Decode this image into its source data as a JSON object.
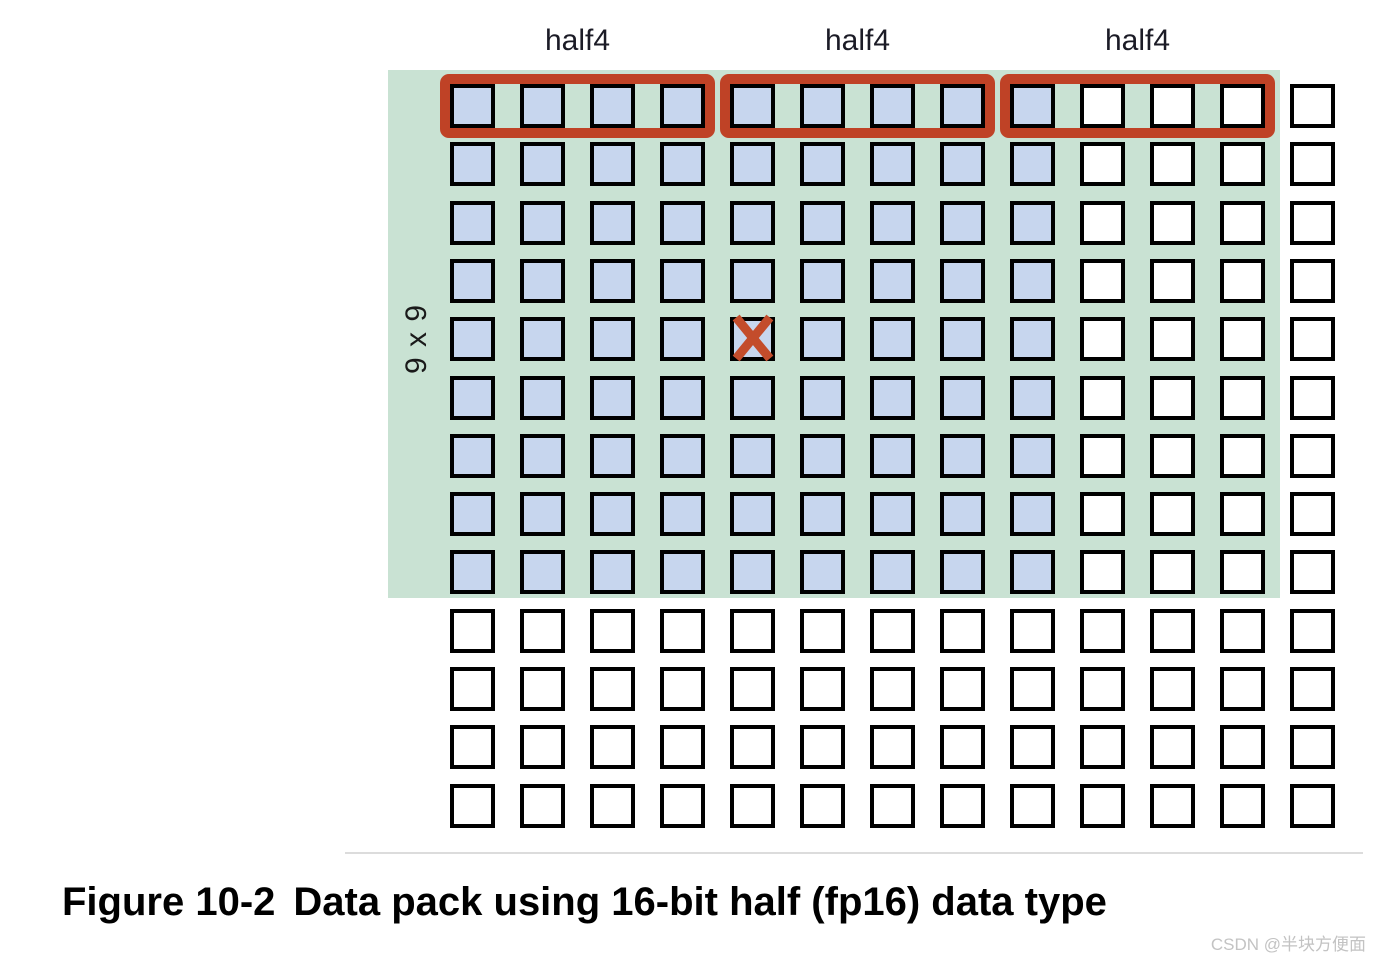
{
  "figure": {
    "group_labels": [
      "half4",
      "half4",
      "half4"
    ],
    "matrix_label": "9 x 9",
    "grid": {
      "rows": 13,
      "cols": 13,
      "filled_rows": 9,
      "filled_cols": 9,
      "marked_cell": {
        "row": 4,
        "col": 4
      },
      "groups_in_first_row": [
        [
          0,
          3
        ],
        [
          4,
          7
        ],
        [
          8,
          11
        ]
      ]
    },
    "colors": {
      "region_bg": "#c9e2d3",
      "filled_cell": "#c7d6ee",
      "empty_cell": "#ffffff",
      "cell_border": "#000000",
      "group_outline": "#bf4226",
      "mark": "#c34c2b"
    }
  },
  "caption": {
    "label": "Figure 10-2",
    "text": "Data pack using 16-bit half (fp16) data type"
  },
  "watermark": "CSDN @半块方便面"
}
